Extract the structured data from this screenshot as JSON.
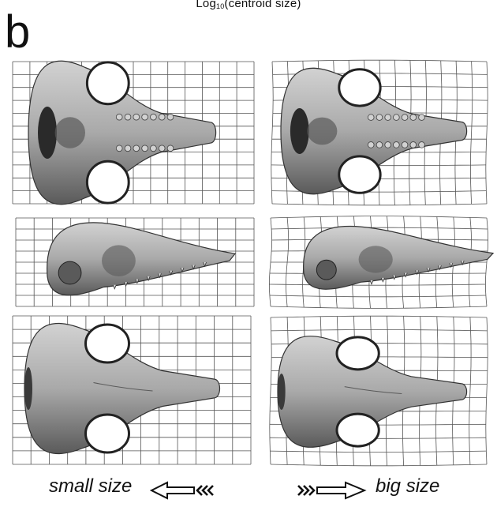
{
  "header": {
    "title_prefix": "Log",
    "title_subscript": "10",
    "title_suffix": "(centroid size)"
  },
  "panel_letter": "b",
  "grid_panels": [
    {
      "id": "small-ventral",
      "size": "small",
      "view": "ventral"
    },
    {
      "id": "big-ventral",
      "size": "big",
      "view": "ventral"
    },
    {
      "id": "small-lateral",
      "size": "small",
      "view": "lateral"
    },
    {
      "id": "big-lateral",
      "size": "big",
      "view": "lateral"
    },
    {
      "id": "small-dorsal",
      "size": "small",
      "view": "dorsal"
    },
    {
      "id": "big-dorsal",
      "size": "big",
      "view": "dorsal"
    }
  ],
  "labels": {
    "small_size": "small size",
    "big_size": "big size"
  },
  "colors": {
    "grid_line": "#555555",
    "skull_fill": "#a9a9a9",
    "skull_dark": "#5a5a5a",
    "skull_light": "#d2d2d2",
    "text": "#111111"
  }
}
